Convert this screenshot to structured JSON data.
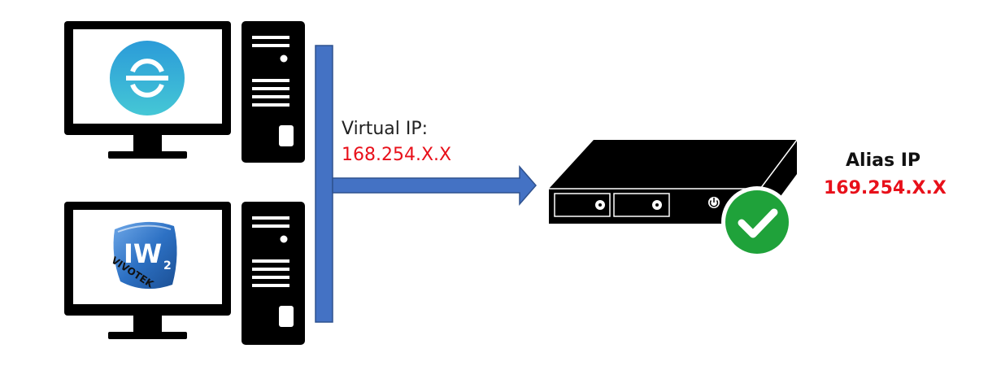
{
  "colors": {
    "device_black": "#000000",
    "bus_blue": "#4472C4",
    "bus_outline": "#2F528F",
    "ip_red": "#E8101A",
    "check_green": "#1FA23A",
    "app_icon_top": "#2B9BD8",
    "app_icon_bottom": "#45C7D6",
    "logo_blue": "#2D71C4"
  },
  "icons": {
    "computer_top_app": "sync-arrows-circle-icon",
    "computer_bottom_app": "vivotek-iw2-logo",
    "server_status": "checkmark-circle-icon"
  },
  "labels": {
    "virtual_ip_title": "Virtual IP:",
    "virtual_ip_value": "168.254.X.X",
    "alias_ip_title": "Alias IP",
    "alias_ip_value": "169.254.X.X",
    "logo_text": "VIVOTEK"
  }
}
